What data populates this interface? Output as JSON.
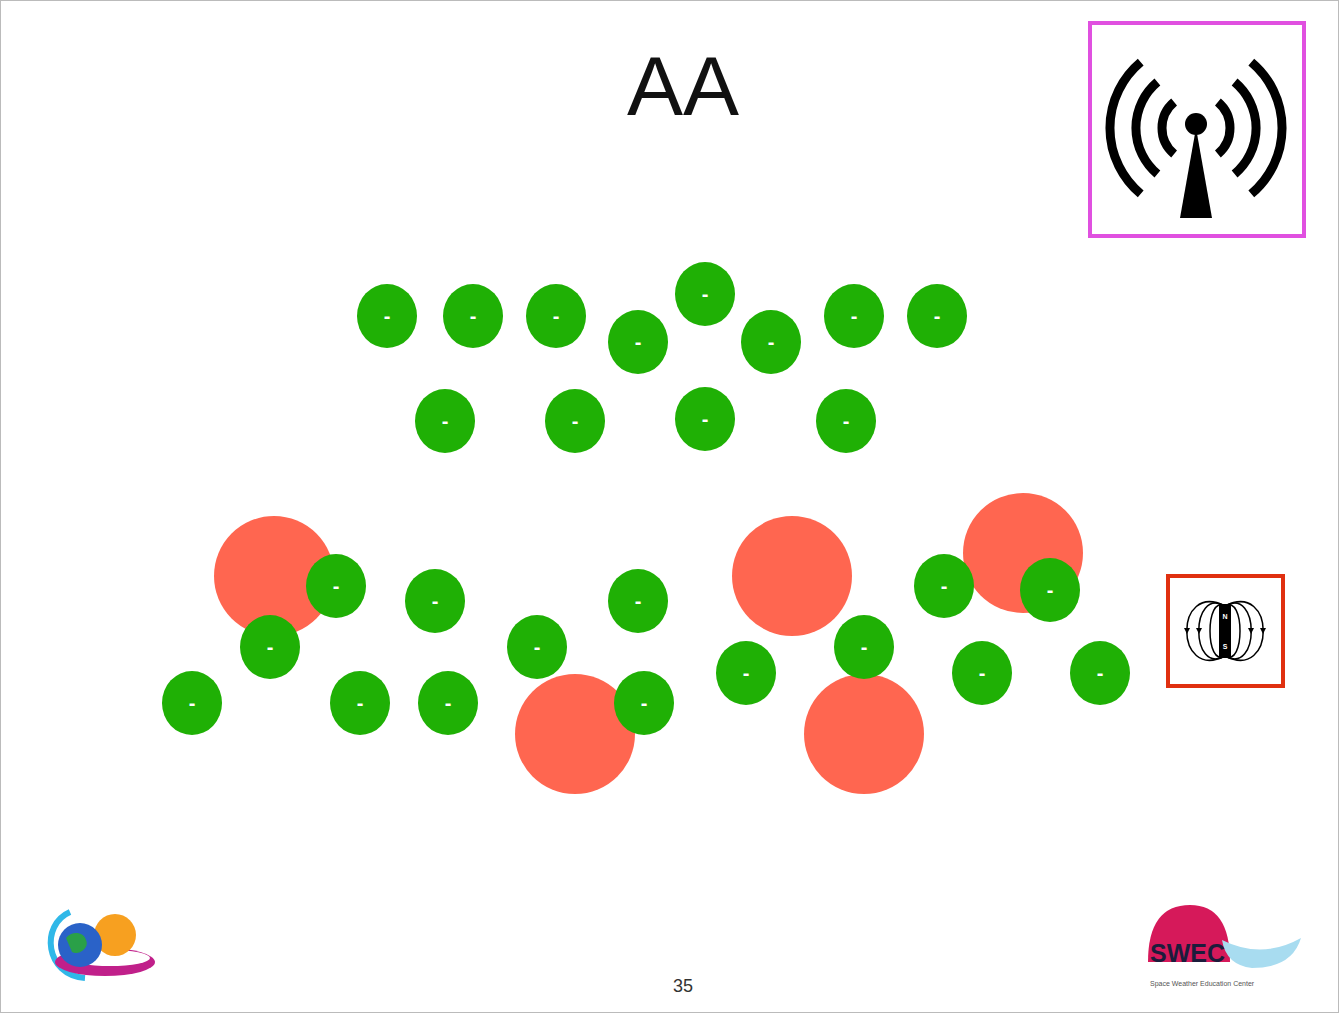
{
  "diagram": {
    "title": "AA",
    "nodes": [
      {
        "text": [
          "-"
        ]
      },
      {
        "text": [
          "-"
        ]
      },
      {
        "text": [
          "-"
        ]
      },
      {
        "text": [
          "-"
        ]
      },
      {
        "text": [
          "-"
        ]
      },
      {
        "text": [
          "-"
        ]
      },
      {
        "text": [
          "-"
        ]
      },
      {
        "text": [
          "-"
        ]
      },
      {
        "text": [
          "-"
        ]
      },
      {
        "text": [
          "-"
        ]
      },
      {
        "text": [
          "-"
        ]
      },
      {
        "text": [
          "-"
        ]
      },
      {
        "text": [
          "-"
        ]
      },
      {
        "text": [
          "-"
        ]
      },
      {
        "text": [
          "-"
        ]
      },
      {
        "text": [
          "-"
        ]
      },
      {
        "text": [
          "-"
        ]
      },
      {
        "text": [
          "-"
        ]
      },
      {
        "text": [
          "-"
        ]
      },
      {
        "text": [
          "-"
        ]
      },
      {
        "text": [
          "-"
        ]
      },
      {
        "text": [
          "-"
        ]
      },
      {
        "text": [
          "-"
        ]
      },
      {
        "text": [
          "-"
        ]
      },
      {
        "text": [
          "-"
        ]
      },
      {
        "text": [
          "-"
        ]
      },
      {
        "text": [
          "-"
        ]
      }
    ],
    "labels": [
      "N",
      "S",
      "SWEC",
      "Space Weather Education Center",
      "35"
    ]
  }
}
